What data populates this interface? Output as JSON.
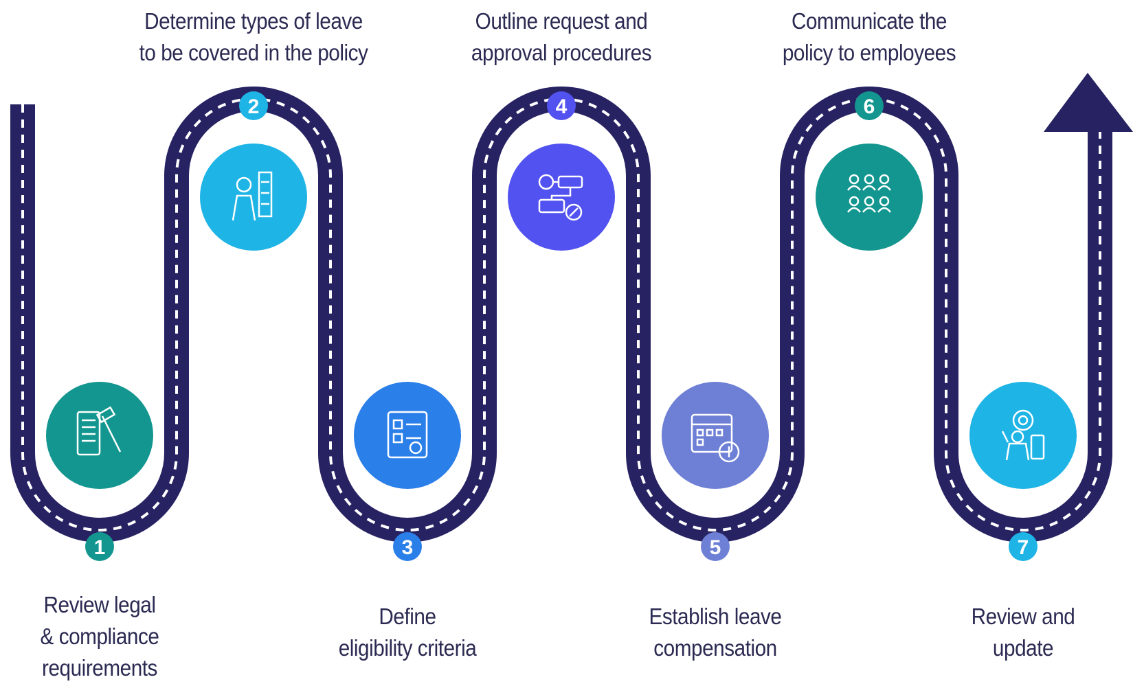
{
  "steps": [
    {
      "number": "1",
      "lines": [
        "Review legal",
        "& compliance",
        "requirements"
      ],
      "color": "#13968f",
      "icon": "legal-document-gavel-icon"
    },
    {
      "number": "2",
      "lines": [
        "Determine types of leave",
        "to be covered in the policy"
      ],
      "color": "#1eb4e5",
      "icon": "team-person-checklist-icon"
    },
    {
      "number": "3",
      "lines": [
        "Define",
        "eligibility criteria"
      ],
      "color": "#2b7fe8",
      "icon": "eligibility-checklist-icon"
    },
    {
      "number": "4",
      "lines": [
        "Outline request and",
        "approval procedures"
      ],
      "color": "#5252f0",
      "icon": "approval-workflow-icon"
    },
    {
      "number": "5",
      "lines": [
        "Establish leave",
        "compensation"
      ],
      "color": "#6e7fd6",
      "icon": "calendar-dollar-icon"
    },
    {
      "number": "6",
      "lines": [
        "Communicate the",
        "policy to employees"
      ],
      "color": "#13968f",
      "icon": "employees-group-icon"
    },
    {
      "number": "7",
      "lines": [
        "Review and",
        "update"
      ],
      "color": "#1eb4e5",
      "icon": "review-person-gear-icon"
    }
  ],
  "colors": {
    "road": "#272262",
    "road_dash": "#ffffff",
    "arrow": "#272262"
  }
}
